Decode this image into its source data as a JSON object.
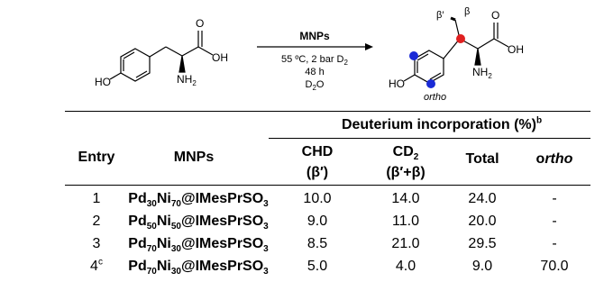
{
  "scheme": {
    "reactant_labels": {
      "oxygen": "O",
      "hydroxyl": "OH",
      "amine": "NH",
      "amine_sub": "2",
      "phenol": "HO"
    },
    "arrow_top": "MNPs",
    "conditions": [
      "55 ºC, 2 bar D",
      "48 h",
      "D",
      "O"
    ],
    "conditions_parts": {
      "line1_main": "55 ºC, 2 bar D",
      "line1_sub": "2",
      "line2": "48 h",
      "line3_a": "D",
      "line3_sub": "2",
      "line3_b": "O"
    },
    "product_labels": {
      "beta_prime": "β′",
      "beta": "β",
      "oxygen": "O",
      "hydroxyl": "OH",
      "amine": "NH",
      "amine_sub": "2",
      "phenol": "HO",
      "ortho": "ortho"
    },
    "colors": {
      "deuterium_marker": "#1a2ad6",
      "beta_marker": "#e02020"
    }
  },
  "table": {
    "group_header": {
      "text": "Deuterium incorporation (%)",
      "sup": "b"
    },
    "headers": {
      "entry": "Entry",
      "mnps": "MNPs",
      "chd_top": "CHD",
      "chd_bottom": "(β′)",
      "cd2_top_a": "CD",
      "cd2_top_sub": "2",
      "cd2_bottom": "(β′+β)",
      "total": "Total",
      "ortho_o": "o",
      "ortho_rest": "rtho"
    },
    "rows": [
      {
        "entry": "1",
        "entry_sup": "",
        "pd": "30",
        "ni": "70",
        "chd": "10.0",
        "cd2": "14.0",
        "total": "24.0",
        "ortho": "-"
      },
      {
        "entry": "2",
        "entry_sup": "",
        "pd": "50",
        "ni": "50",
        "chd": "9.0",
        "cd2": "11.0",
        "total": "20.0",
        "ortho": "-"
      },
      {
        "entry": "3",
        "entry_sup": "",
        "pd": "70",
        "ni": "30",
        "chd": "8.5",
        "cd2": "21.0",
        "total": "29.5",
        "ortho": "-"
      },
      {
        "entry": "4",
        "entry_sup": "c",
        "pd": "70",
        "ni": "30",
        "chd": "5.0",
        "cd2": "4.0",
        "total": "9.0",
        "ortho": "70.0"
      }
    ],
    "mnp_parts": {
      "pd": "Pd",
      "ni": "Ni",
      "suffix": "@IMesPrSO",
      "suffix_sub": "3"
    }
  }
}
